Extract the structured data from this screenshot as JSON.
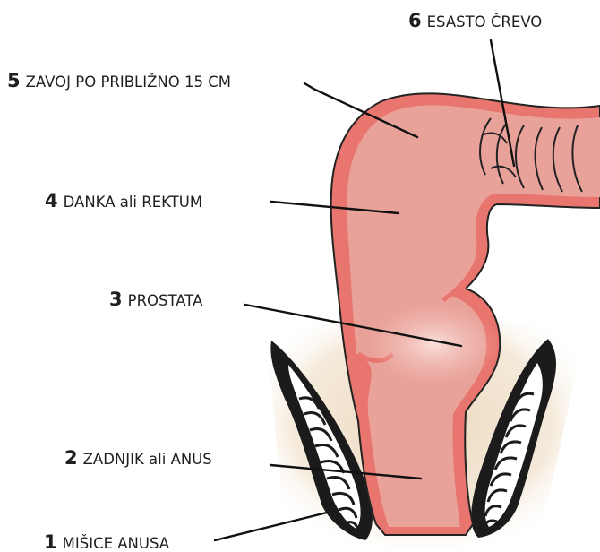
{
  "colors": {
    "number": "#6a9a3a",
    "tissue_fill": "#e9a29a",
    "tissue_wall": "#e8766e",
    "outline": "#222222",
    "pelvis_shade": "#f1e3cf",
    "muscle_dark": "#1b1b1b"
  },
  "labels": [
    {
      "number": "1",
      "text": "MIŠICE ANUSA"
    },
    {
      "number": "2",
      "text": "ZADNJIK ali ANUS"
    },
    {
      "number": "3",
      "text": "PROSTATA"
    },
    {
      "number": "4",
      "text": "DANKA ali REKTUM"
    },
    {
      "number": "5",
      "text": "ZAVOJ PO PRIBLIŽNO 15 CM"
    },
    {
      "number": "6",
      "text": "ESASTO ČREVO"
    }
  ]
}
